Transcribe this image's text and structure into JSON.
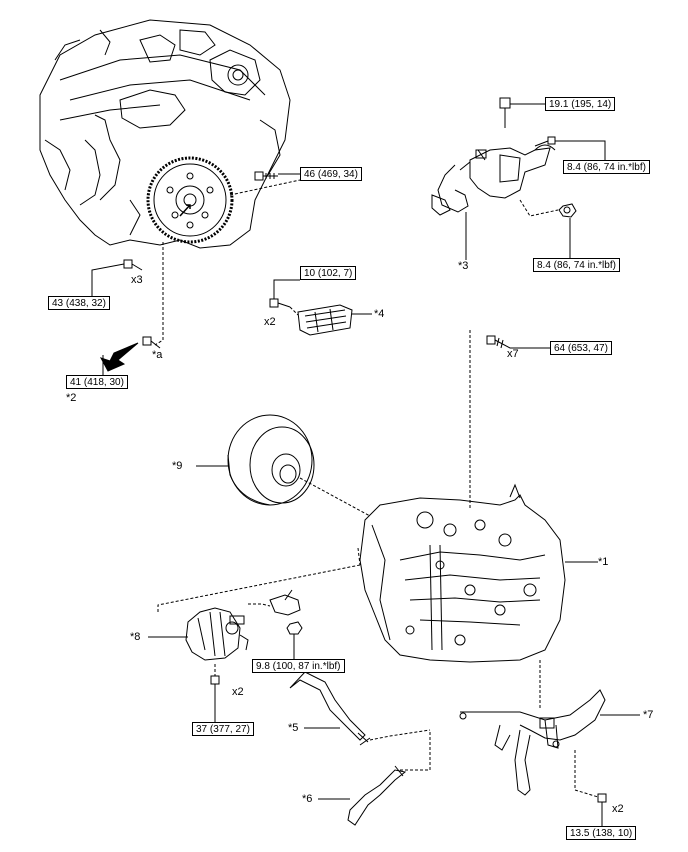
{
  "torques": {
    "t_19_1": "19.1 (195, 14)",
    "t_46": "46 (469, 34)",
    "t_8_4_a": "8.4 (86, 74 in.*lbf)",
    "t_8_4_b": "8.4 (86, 74 in.*lbf)",
    "t_10": "10 (102, 7)",
    "t_43": "43 (438, 32)",
    "t_41": "41 (418, 30)",
    "t_64": "64 (653, 47)",
    "t_9_8": "9.8 (100, 87 in.*lbf)",
    "t_37": "37 (377, 27)",
    "t_13_5": "13.5 (138, 10)"
  },
  "labels": {
    "p1": "*1",
    "p2": "*2",
    "p3": "*3",
    "p4": "*4",
    "p5": "*5",
    "p6": "*6",
    "p7": "*7",
    "p8": "*8",
    "p9": "*9",
    "pa": "*a",
    "x3": "x3",
    "x2_a": "x2",
    "x7": "x7",
    "x2_b": "x2",
    "x2_c": "x2"
  }
}
